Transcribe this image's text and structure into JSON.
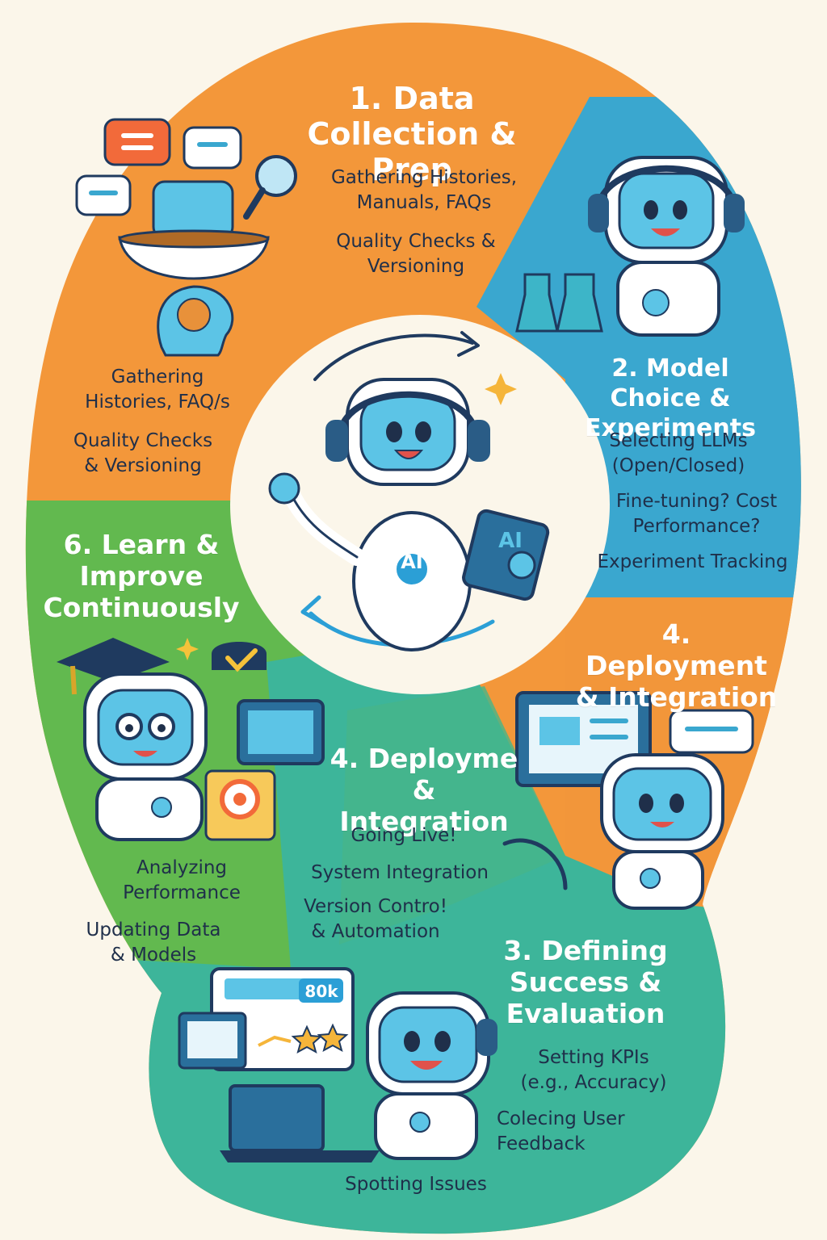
{
  "colors": {
    "background": "#fbf6ea",
    "orange": "#f3973a",
    "teal_blue": "#3aa7cf",
    "green": "#62b94f",
    "teal": "#3db59a",
    "center": "#fbf6ea",
    "robot_blue": "#5cc4e6",
    "text_dark": "#1f2f4a"
  },
  "stages": {
    "s1": {
      "title": "1. Data Collection & Prep",
      "items": [
        "Gathering Histories, Manuals, FAQs",
        "Quality Checks & Versioning"
      ]
    },
    "s1b": {
      "items": [
        "Gathering Histories, FAQ/s",
        "Quality Checks & Versioning"
      ]
    },
    "s2": {
      "title": "2. Model Choice & Experiments",
      "items": [
        "Selecting LLMs (Open/Closed)",
        "Fine-tuning? Cost Performance?",
        "Experiment Tracking"
      ]
    },
    "s4a": {
      "title": "4. Deployment & Integration"
    },
    "s4b": {
      "title": "4. Deployme & Integration",
      "items": [
        "Going Live!",
        "System Integration",
        "Version Contro! & Automation"
      ]
    },
    "s3": {
      "title": "3. Defining Success & Evaluation",
      "items": [
        "Setting KPIs (e.g., Accuracy)",
        "Colecing User Feedback",
        "Spotting Issues"
      ]
    },
    "s6": {
      "title": "6. Learn & Improve Continuously",
      "items": [
        "Analyzing Performance",
        "Updating Data & Models"
      ]
    }
  },
  "robot_badges": {
    "chest": "AI",
    "tablet": "AI",
    "score": "80k"
  },
  "icons": [
    "chat-bubble-icon",
    "magnifier-icon",
    "brain-icon",
    "headset-icon",
    "flask-icon",
    "sparkle-icon",
    "cycle-arrow-icon",
    "graduation-cap-icon",
    "checkmark-icon",
    "target-icon",
    "monitor-icon",
    "laptop-icon",
    "star-rating-icon"
  ]
}
